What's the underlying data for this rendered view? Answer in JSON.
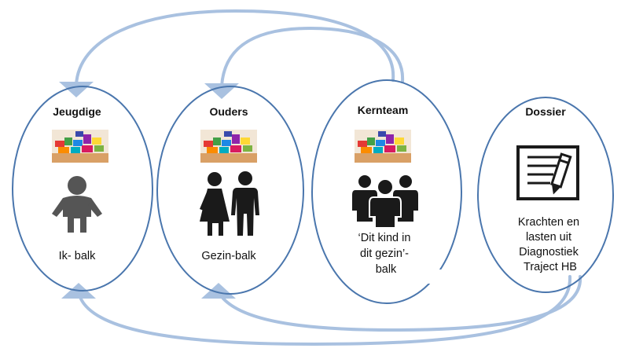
{
  "colors": {
    "arrow": "#a9c1e0",
    "ellipse": "#4a76ad",
    "icon": "#1a1a1a",
    "child_icon": "#555555"
  },
  "nodes": [
    {
      "id": "jeugdige",
      "title": "Jeugdige",
      "label_lines": [
        "Ik- balk"
      ],
      "icon": "child-icon",
      "has_photo": true
    },
    {
      "id": "ouders",
      "title": "Ouders",
      "label_lines": [
        "Gezin-balk"
      ],
      "icon": "parents-icon",
      "has_photo": true
    },
    {
      "id": "kernteam",
      "title": "Kernteam",
      "label_lines": [
        "‘Dit kind in",
        "dit gezin’-",
        "balk"
      ],
      "icon": "team-icon",
      "has_photo": true
    },
    {
      "id": "dossier",
      "title": "Dossier",
      "label_lines": [
        "Krachten en",
        "lasten uit",
        "Diagnostiek",
        "Traject HB"
      ],
      "icon": "document-pencil-icon",
      "has_photo": false
    }
  ],
  "photo": {
    "description_icon": "colored-blocks-photo"
  }
}
